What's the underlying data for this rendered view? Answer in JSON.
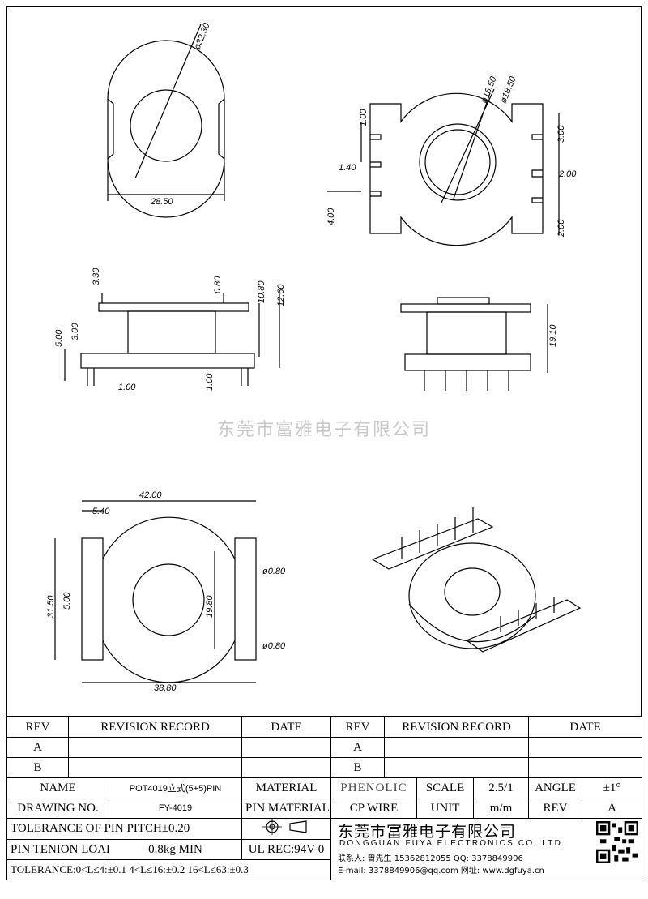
{
  "watermark": "东莞市富雅电子有限公司",
  "dimensions": {
    "top_left_dia": "ø32.30",
    "top_left_width": "28.50",
    "top_right_dia1": "ø16.50",
    "top_right_dia2": "ø18.50",
    "top_right_d1": "1.00",
    "top_right_d140": "1.40",
    "top_right_d400": "4.00",
    "top_right_d300": "3.00",
    "top_right_d200a": "2.00",
    "top_right_d200b": "2.00",
    "side_330": "3.30",
    "side_080": "0.80",
    "side_1080": "10.80",
    "side_1260": "12.60",
    "side_500": "5.00",
    "side_300": "3.00",
    "side_100a": "1.00",
    "side_100b": "1.00",
    "front_1910": "19.10",
    "plan_4200": "42.00",
    "plan_540": "5.40",
    "plan_3150": "31.50",
    "plan_500": "5.00",
    "plan_1980": "19.80",
    "plan_dia080a": "ø0.80",
    "plan_dia080b": "ø0.80",
    "plan_3880": "38.80"
  },
  "title_block": {
    "rev_h": "REV",
    "rec_h": "REVISION RECORD",
    "date_h": "DATE",
    "rev_a": "A",
    "rev_b": "B",
    "name_label": "NAME",
    "name_value": "POT4019立式(5+5)PIN",
    "material_label": "MATERIAL",
    "material_value": "PHENOLIC",
    "scale_label": "SCALE",
    "scale_value": "2.5/1",
    "angle_label": "ANGLE",
    "angle_value": "±1°",
    "drawing_label": "DRAWING NO.",
    "drawing_value": "FY-4019",
    "pin_material_label": "PIN MATERIAL",
    "pin_material_value": "CP WIRE",
    "unit_label": "UNIT",
    "unit_value": "m/m",
    "rev_label": "REV",
    "rev_value": "A",
    "tol_pitch": "TOLERANCE OF PIN PITCH±0.20",
    "pin_tension_label": "PIN TENION LOAD",
    "pin_tension_value": "0.8kg MIN",
    "ul_rec": "UL REC:94V-0",
    "tolerance": "TOLERANCE:0<L≤4:±0.1  4<L≤16:±0.2  16<L≤63:±0.3",
    "company_cn": "东莞市富雅电子有限公司",
    "company_en": "DONGGUAN FUYA ELECTRONICS CO.,LTD",
    "contact": "联系人: 曾先生 15362812055  QQ: 3378849906",
    "email": "E-mail: 3378849906@qq.com   网址: www.dgfuya.cn"
  }
}
